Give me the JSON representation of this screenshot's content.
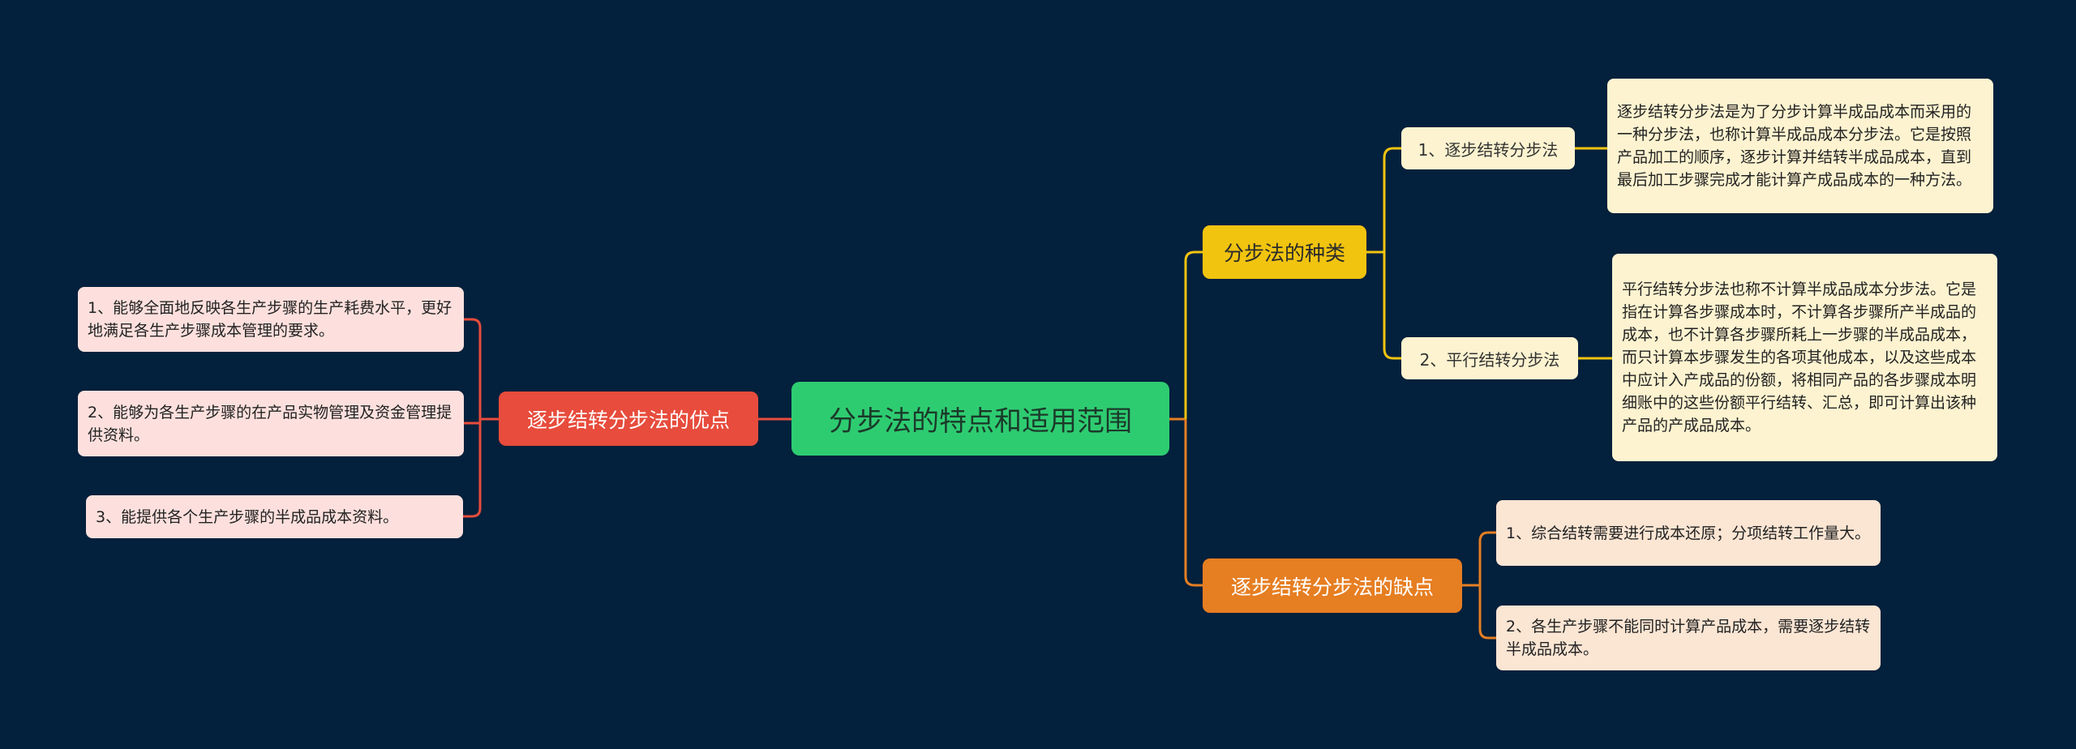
{
  "root": {
    "label": "分步法的特点和适用范围",
    "color": "#2ecc71"
  },
  "branches": {
    "advantages": {
      "label": "逐步结转分步法的优点",
      "color": "#e74c3c",
      "items": [
        "1、能够全面地反映各生产步骤的生产耗费水平，更好地满足各生产步骤成本管理的要求。",
        "2、能够为各生产步骤的在产品实物管理及资金管理提供资料。",
        "3、能提供各个生产步骤的半成品成本资料。"
      ]
    },
    "types": {
      "label": "分步法的种类",
      "color": "#f1c40f",
      "children": [
        {
          "label": "1、逐步结转分步法",
          "desc": "逐步结转分步法是为了分步计算半成品成本而采用的一种分步法，也称计算半成品成本分步法。它是按照产品加工的顺序，逐步计算并结转半成品成本，直到最后加工步骤完成才能计算产成品成本的一种方法。"
        },
        {
          "label": "2、平行结转分步法",
          "desc": "平行结转分步法也称不计算半成品成本分步法。它是指在计算各步骤成本时，不计算各步骤所产半成品的成本，也不计算各步骤所耗上一步骤的半成品成本，而只计算本步骤发生的各项其他成本，以及这些成本中应计入产成品的份额，将相同产品的各步骤成本明细账中的这些份额平行结转、汇总，即可计算出该种产品的产成品成本。"
        }
      ]
    },
    "disadvantages": {
      "label": "逐步结转分步法的缺点",
      "color": "#e67e22",
      "items": [
        "1、综合结转需要进行成本还原；分项结转工作量大。",
        "2、各生产步骤不能同时计算产品成本，需要逐步结转半成品成本。"
      ]
    }
  }
}
